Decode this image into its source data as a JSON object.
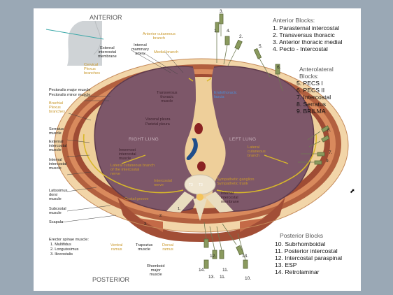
{
  "orientation": {
    "top": "ANTERIOR",
    "bottom": "POSTERIOR"
  },
  "anterior_blocks": {
    "title": "Anterior Blocks:",
    "items": [
      "1.  Parasternal intercostal",
      "2.  Transversus thoracic",
      "3.  Anterior thoracic medial",
      "4.  Pecto - Intercostal"
    ]
  },
  "anterolateral_blocks": {
    "title_line1": "Anterolateral",
    "title_line2": "Blocks:",
    "items": [
      "5.  PECS I",
      "6.  PECS II",
      "7.  Intercostal",
      "8.  Serratus",
      "9.  BRILMA"
    ]
  },
  "posterior_blocks": {
    "title": "Posterior Blocks",
    "items": [
      "10.  Subrhomboidal",
      "11.  Posterior intercostal",
      "12.  Intercostal paraspinal",
      "13.  ESP",
      "14.  Retrolaminar"
    ]
  },
  "erector_spinae": {
    "title": "Erector spinae muscle:",
    "items": [
      "1. Multifidus",
      "2. Longuissimus",
      "3. Iliocostalis"
    ]
  },
  "labels": {
    "anterior_cutaneous_branch": [
      "Anterior cutaneous",
      "branch"
    ],
    "external_intercostal_membrane": [
      "External",
      "intercostal",
      "membrane"
    ],
    "internal_mammary_artery": [
      "Internal",
      "mammary",
      "artery"
    ],
    "medial_branch": "Medial branch",
    "cervical_plexus_branches": [
      "Cervical",
      "Plexus",
      "branches"
    ],
    "pectoralis_major": "Pectoralis major muscle",
    "pectoralis_minor": "Pectoralis minor muscle",
    "brachial_plexus_branches": [
      "Brachial",
      "Plexus",
      "branches"
    ],
    "serratus_muscle": [
      "Serratus",
      "muscle"
    ],
    "external_intercostal_muscle": [
      "External",
      "intercostal",
      "muscle"
    ],
    "internal_intercostal_muscle": [
      "Internal",
      "intercostal",
      "muscle"
    ],
    "latissimus_dorsi": [
      "Latissimus",
      "dorsi",
      "muscle"
    ],
    "subcostal_muscle": [
      "Subcostal",
      "muscle"
    ],
    "scapula": "Scapula",
    "transversus_thoracic": [
      "Transversus",
      "thoracic",
      "muscle"
    ],
    "endothoracic_fascia": [
      "Endothoracic",
      "fascia"
    ],
    "visceral_pleura": "Visceral pleura",
    "parietal_pleura": "Parietal pleura",
    "right_lung": "RIGHT LUNG",
    "left_lung": "LEFT LUNG",
    "innermost_intercostal": [
      "Innermost",
      "intercostal",
      "muscle"
    ],
    "lateral_cutaneous_right": [
      "Lateral cutaneous branch",
      "of the intercostal",
      "nerve"
    ],
    "lateral_cutaneous_left": [
      "Lateral",
      "cutaneous",
      "branch"
    ],
    "intercostal_nerve": [
      "Intercostal",
      "nerve"
    ],
    "sympathetic_ganglion": [
      "Sympathetic ganglion",
      "Sympathetic trunk"
    ],
    "costal_groove": "Costal groove",
    "internal_intercostal_membrane": [
      "Internal",
      "intercostal",
      "membrane"
    ],
    "vertebra": [
      "T3",
      "T3"
    ],
    "ventral_ramus": [
      "Ventral",
      "ramus"
    ],
    "trapezius": [
      "Trapezius",
      "muscle"
    ],
    "dorsal_ramus": [
      "Dorsal",
      "ramus"
    ],
    "rhomboid_major": [
      "Rhomboid",
      "major",
      "muscle"
    ]
  },
  "needle_numbers": [
    "3.",
    "1.",
    "4.",
    "2.",
    "5.",
    "6.",
    "8.",
    "7.",
    "9.",
    "12.",
    "11.",
    "13.",
    "14.",
    "13.",
    "11.",
    "10."
  ],
  "muscle_numbers": [
    "1.",
    "2.",
    "3."
  ],
  "colors": {
    "background": "#9aa8b5",
    "slide": "#ffffff",
    "lung": "#7d5769",
    "muscle": "#a8553a",
    "fat": "#f3d6a6",
    "nerve": "#d8b72a",
    "needle": "#8a9a5e"
  }
}
